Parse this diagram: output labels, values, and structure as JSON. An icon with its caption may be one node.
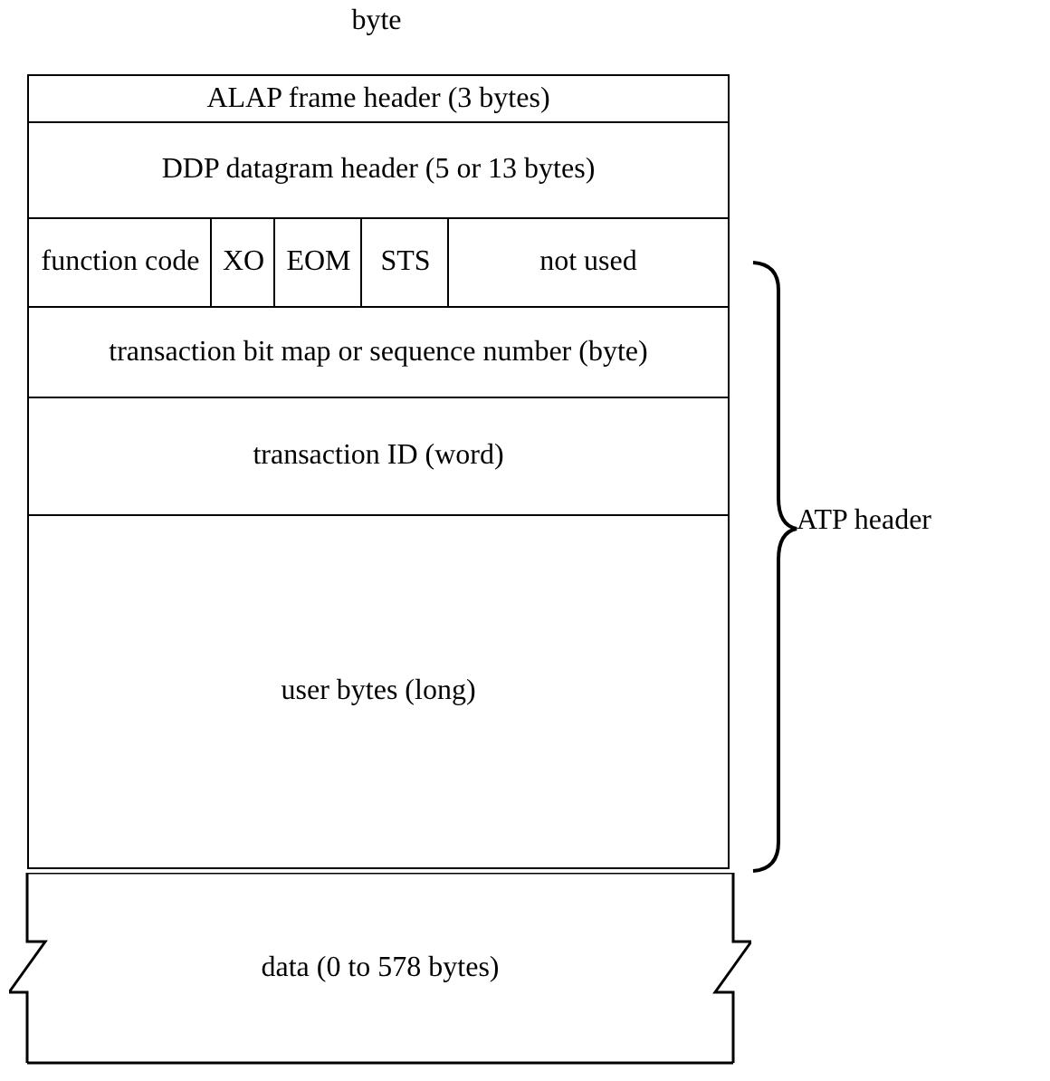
{
  "diagram": {
    "nodes": [
      {
        "text": [
          "ALAP frame header (3 bytes)"
        ]
      },
      {
        "text": [
          "DDP datagram header (5 or 13 bytes)"
        ]
      },
      {
        "text": [
          "function code"
        ]
      },
      {
        "text": [
          "XO"
        ]
      },
      {
        "text": [
          "EOM"
        ]
      },
      {
        "text": [
          "STS"
        ]
      },
      {
        "text": [
          "not used"
        ]
      },
      {
        "text": [
          "transaction bit map or sequence number (byte)"
        ]
      },
      {
        "text": [
          "transaction ID (word)"
        ]
      },
      {
        "text": [
          "user bytes (long)"
        ]
      },
      {
        "text": [
          "data (0 to 578 bytes)"
        ]
      }
    ],
    "labels": [
      "byte",
      "ATP header"
    ]
  }
}
